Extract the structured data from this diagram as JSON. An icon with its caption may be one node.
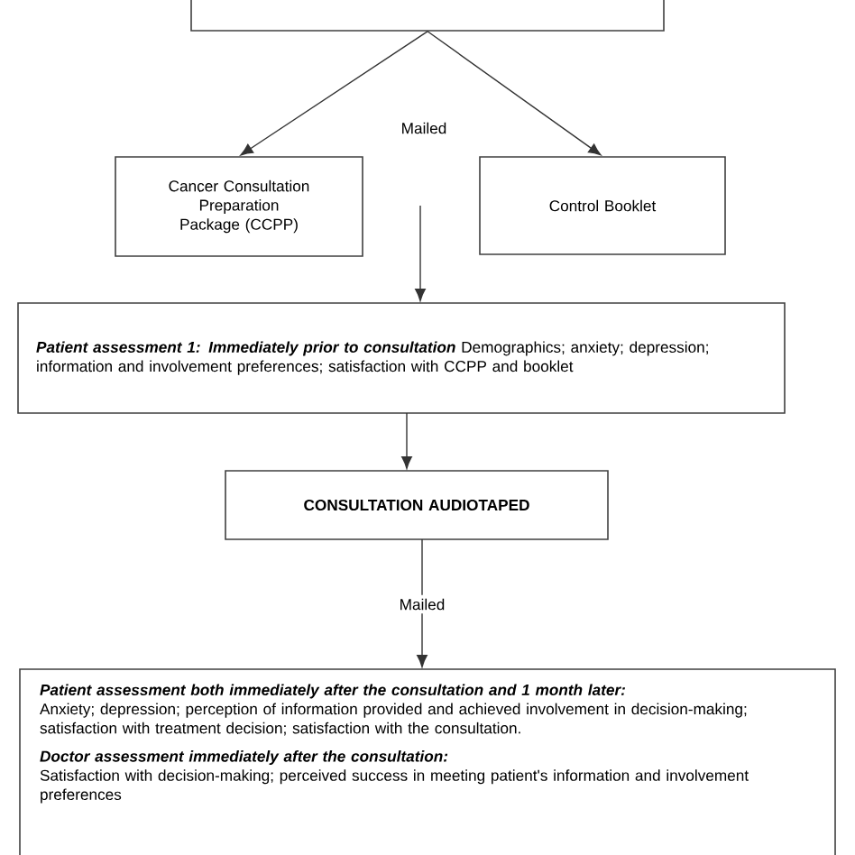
{
  "diagram": {
    "nodes": [
      {
        "text": [],
        "shape": "box"
      },
      {
        "text": [
          "Cancer Consultation Preparation Package (CCPP)"
        ]
      },
      {
        "text": [
          "Control Booklet"
        ]
      },
      {
        "text": [
          "Patient assessment 1: Immediately prior to consultation",
          "Demographics; anxiety; depression; information and involvement preferences; satisfaction with CCPP and booklet"
        ]
      },
      {
        "text": [
          "CONSULTATION AUDIOTAPED"
        ]
      },
      {
        "text": [
          "Patient assessment both immediately after the consultation and 1 month later:",
          "Anxiety; depression; perception of information provided and achieved involvement in decision-making; satisfaction with treatment decision; satisfaction with the consultation.",
          "Doctor assessment immediately after the consultation:",
          "Satisfaction with decision-making; perceived success in meeting patient's information and involvement preferences"
        ]
      }
    ],
    "edges": [
      {
        "from": 0,
        "to": 1,
        "arrow": "to"
      },
      {
        "from": 0,
        "to": 2,
        "arrow": "to"
      },
      {
        "from": null,
        "to": 3,
        "arrow": "to"
      },
      {
        "from": 3,
        "to": 4,
        "arrow": "to"
      },
      {
        "from": 4,
        "to": 5,
        "arrow": "to",
        "label": "Mailed"
      }
    ],
    "labels": [
      "Mailed"
    ]
  }
}
